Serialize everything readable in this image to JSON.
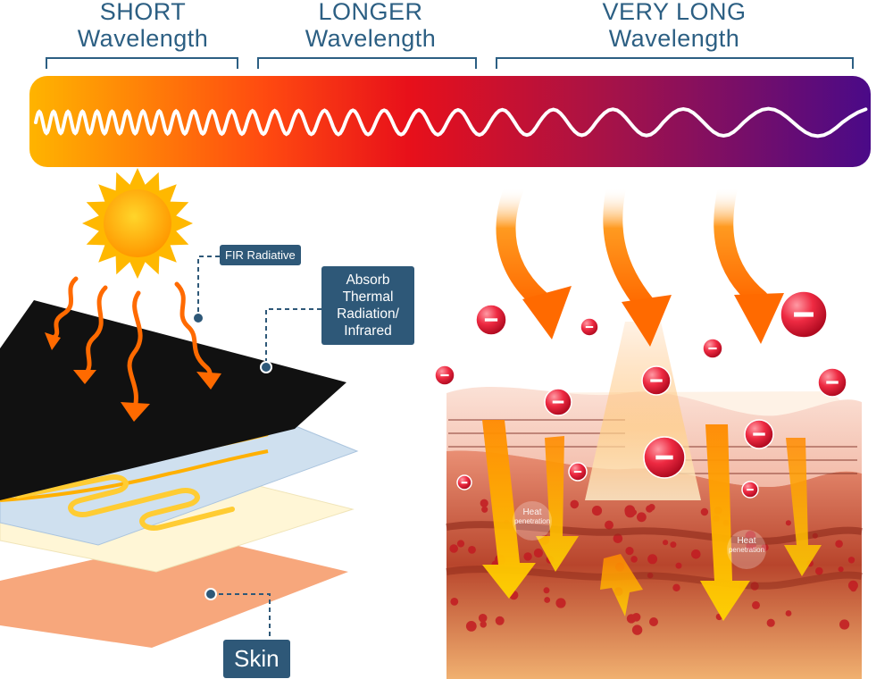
{
  "wavelength_labels": [
    {
      "line1": "SHORT",
      "line2": "Wavelength"
    },
    {
      "line1": "LONGER",
      "line2": "Wavelength"
    },
    {
      "line1": "VERY LONG",
      "line2": "Wavelength"
    }
  ],
  "callouts": {
    "fir": "FIR Radiative",
    "absorb": [
      "Absorb",
      "Thermal",
      "Radiation/",
      "Infrared"
    ],
    "skin": "Skin"
  },
  "skin_labels": {
    "heat_left": [
      "Heat",
      "penetration"
    ],
    "heat_right": [
      "Heat",
      "penetration"
    ]
  },
  "colors": {
    "label_blue": "#2c5f83",
    "callout_bg": "#2e5878",
    "spectrum_start": "#ffb400",
    "spectrum_mid": "#e8101a",
    "spectrum_end": "#4a0a88",
    "arrow_orange": "#ff7a00",
    "pad_black": "#111111",
    "heater_layer": "#cfe0ef",
    "cream_layer": "#fff6d6",
    "skin_layer": "#f7a77c",
    "molecule_red": "#e8203a"
  }
}
